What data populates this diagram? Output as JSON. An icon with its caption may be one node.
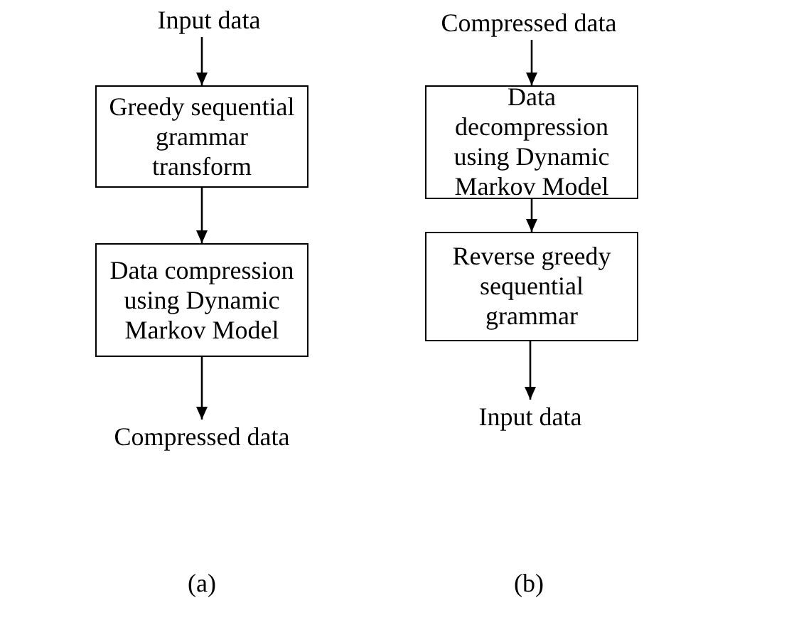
{
  "diagram": {
    "nodes": [
      {
        "text": [
          "Input data"
        ]
      },
      {
        "text": [
          "Greedy sequential grammar transform"
        ]
      },
      {
        "text": [
          "Data compression using Dynamic Markov Model"
        ]
      },
      {
        "text": [
          "Compressed data"
        ]
      },
      {
        "text": [
          "Compressed data"
        ]
      },
      {
        "text": [
          "Data decompression using Dynamic Markov Model"
        ]
      },
      {
        "text": [
          "Reverse greedy sequential grammar"
        ]
      },
      {
        "text": [
          "Input data"
        ]
      }
    ],
    "edges": [
      {
        "from": 0,
        "to": 1,
        "arrow": "to"
      },
      {
        "from": 1,
        "to": 2,
        "arrow": "to"
      },
      {
        "from": 2,
        "to": 3,
        "arrow": "to"
      },
      {
        "from": 4,
        "to": 5,
        "arrow": "to"
      },
      {
        "from": 5,
        "to": 6,
        "arrow": "to"
      },
      {
        "from": 6,
        "to": 7,
        "arrow": "to"
      }
    ],
    "labels": [
      "(a)",
      "(b)"
    ]
  }
}
